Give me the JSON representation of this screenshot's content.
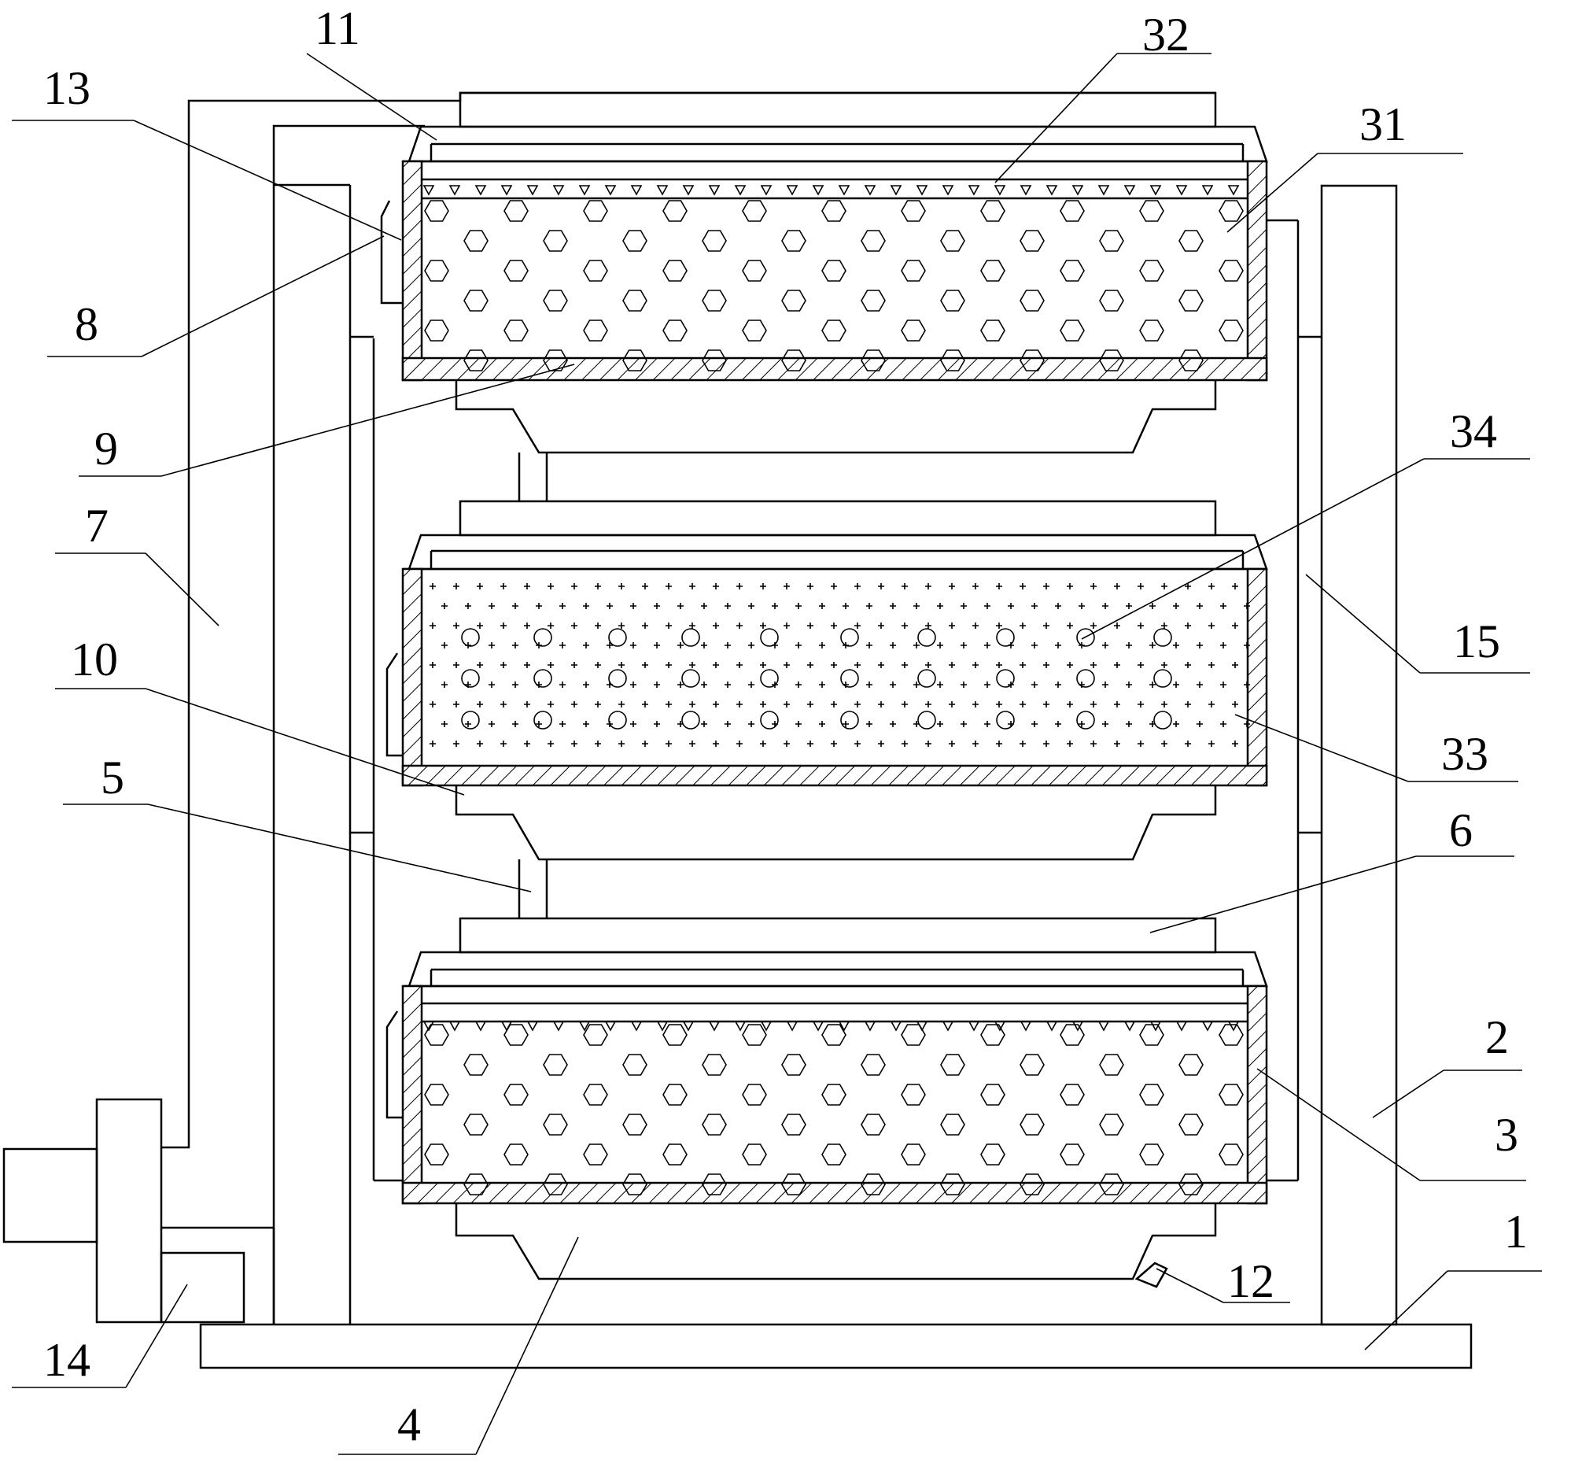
{
  "figure": {
    "labels": [
      {
        "id": "l1",
        "text": "1"
      },
      {
        "id": "l2",
        "text": "2"
      },
      {
        "id": "l3",
        "text": "3"
      },
      {
        "id": "l4",
        "text": "4"
      },
      {
        "id": "l5",
        "text": "5"
      },
      {
        "id": "l6",
        "text": "6"
      },
      {
        "id": "l7",
        "text": "7"
      },
      {
        "id": "l8",
        "text": "8"
      },
      {
        "id": "l9",
        "text": "9"
      },
      {
        "id": "l10",
        "text": "10"
      },
      {
        "id": "l11",
        "text": "11"
      },
      {
        "id": "l12",
        "text": "12"
      },
      {
        "id": "l13",
        "text": "13"
      },
      {
        "id": "l14",
        "text": "14"
      },
      {
        "id": "l15",
        "text": "15"
      },
      {
        "id": "l31",
        "text": "31"
      },
      {
        "id": "l32",
        "text": "32"
      },
      {
        "id": "l33",
        "text": "33"
      },
      {
        "id": "l34",
        "text": "34"
      }
    ]
  }
}
